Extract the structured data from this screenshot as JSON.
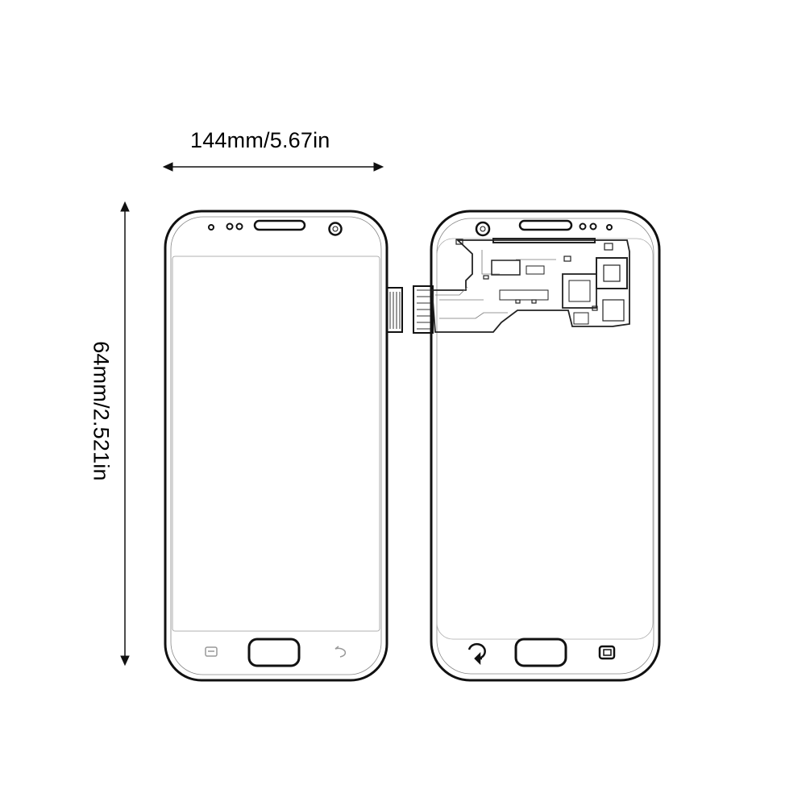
{
  "dimensions": {
    "width_label": "144mm/5.67in",
    "height_label": "64mm/2.521in"
  },
  "views": {
    "front": "front-view",
    "back": "back-view"
  },
  "colors": {
    "line": "#111111",
    "background": "#ffffff",
    "sketch": "#555555"
  }
}
